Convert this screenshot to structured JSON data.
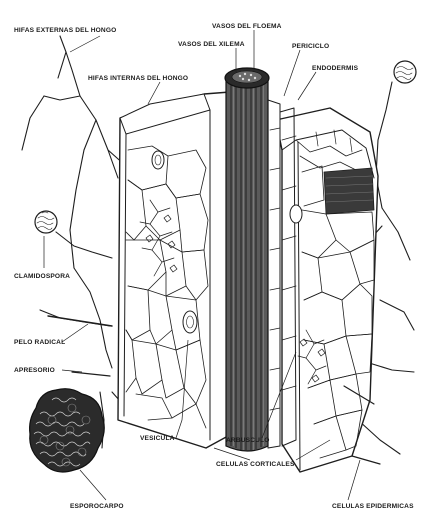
{
  "diagram": {
    "labels": {
      "hifas_externas": "HIFAS EXTERNAS DEL HONGO",
      "vasos_floema": "VASOS DEL FLOEMA",
      "vasos_xilema": "VASOS DEL XILEMA",
      "periciclo": "PERICICLO",
      "hifas_internas": "HIFAS INTERNAS DEL HONGO",
      "endodermis": "ENDODERMIS",
      "clamidospora": "CLAMIDOSPORA",
      "pelo_radical": "PELO RADICAL",
      "apresorio": "APRESORIO",
      "vesicula": "VESICULA",
      "arbusculo": "ARBUSCULO",
      "celulas_corticales": "CELULAS CORTICALES",
      "esporocarpo": "ESPOROCARPO",
      "celulas_epidermicas": "CELULAS EPIDERMICAS"
    }
  }
}
